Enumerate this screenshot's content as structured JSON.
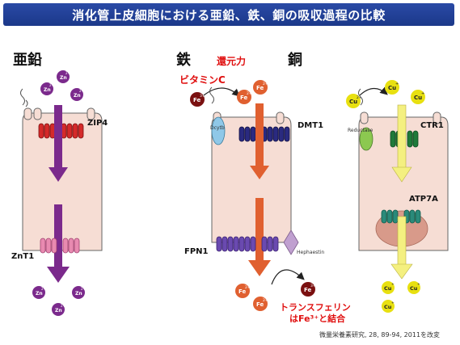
{
  "title": "消化管上皮細胞における亜鉛、鉄、銅の吸収過程の比較",
  "zinc": {
    "heading": "亜鉛",
    "transporter_top": "ZIP4",
    "transporter_bottom": "ZnT1",
    "ion": "Zn",
    "ion_charge": "2+"
  },
  "iron": {
    "heading": "鉄",
    "reducing_label": "還元力",
    "vitamin_label": "ビタミンC",
    "ion": "Fe",
    "ferric_charge": "3+",
    "ferrous_charge": "2+",
    "reductase": "Dcytb",
    "importer": "DMT1",
    "exporter": "FPN1",
    "oxidase": "Hephaestin",
    "transferrin_line1": "トランスフェリン",
    "transferrin_line2": "はFe³⁺と結合"
  },
  "copper": {
    "heading": "銅",
    "ion": "Cu",
    "cupric_charge": "2+",
    "cuprous_charge": "+",
    "reductase": "Reductase",
    "importer": "CTR1",
    "pump": "ATP7A"
  },
  "citation": "微量栄養素研究, 28, 89-94, 2011を改変",
  "colors": {
    "cell": "#f6ddd4",
    "zinc_ion": "#7b2a8c",
    "iron_ion": "#e06030",
    "ferric_ion": "#7a1010",
    "copper_ion": "#e8e010",
    "zip4": "#d42a2a",
    "znt1": "#e88ab0",
    "dmt1": "#2a2a80",
    "fpn1": "#6a4ab0",
    "ctr1": "#1f7a3a",
    "atp7a": "#2a8a7a",
    "dcytb": "#8fc8e8",
    "cu_reductase": "#8cc850",
    "hephaestin": "#c0a0d0",
    "red_text": "#e01010"
  }
}
